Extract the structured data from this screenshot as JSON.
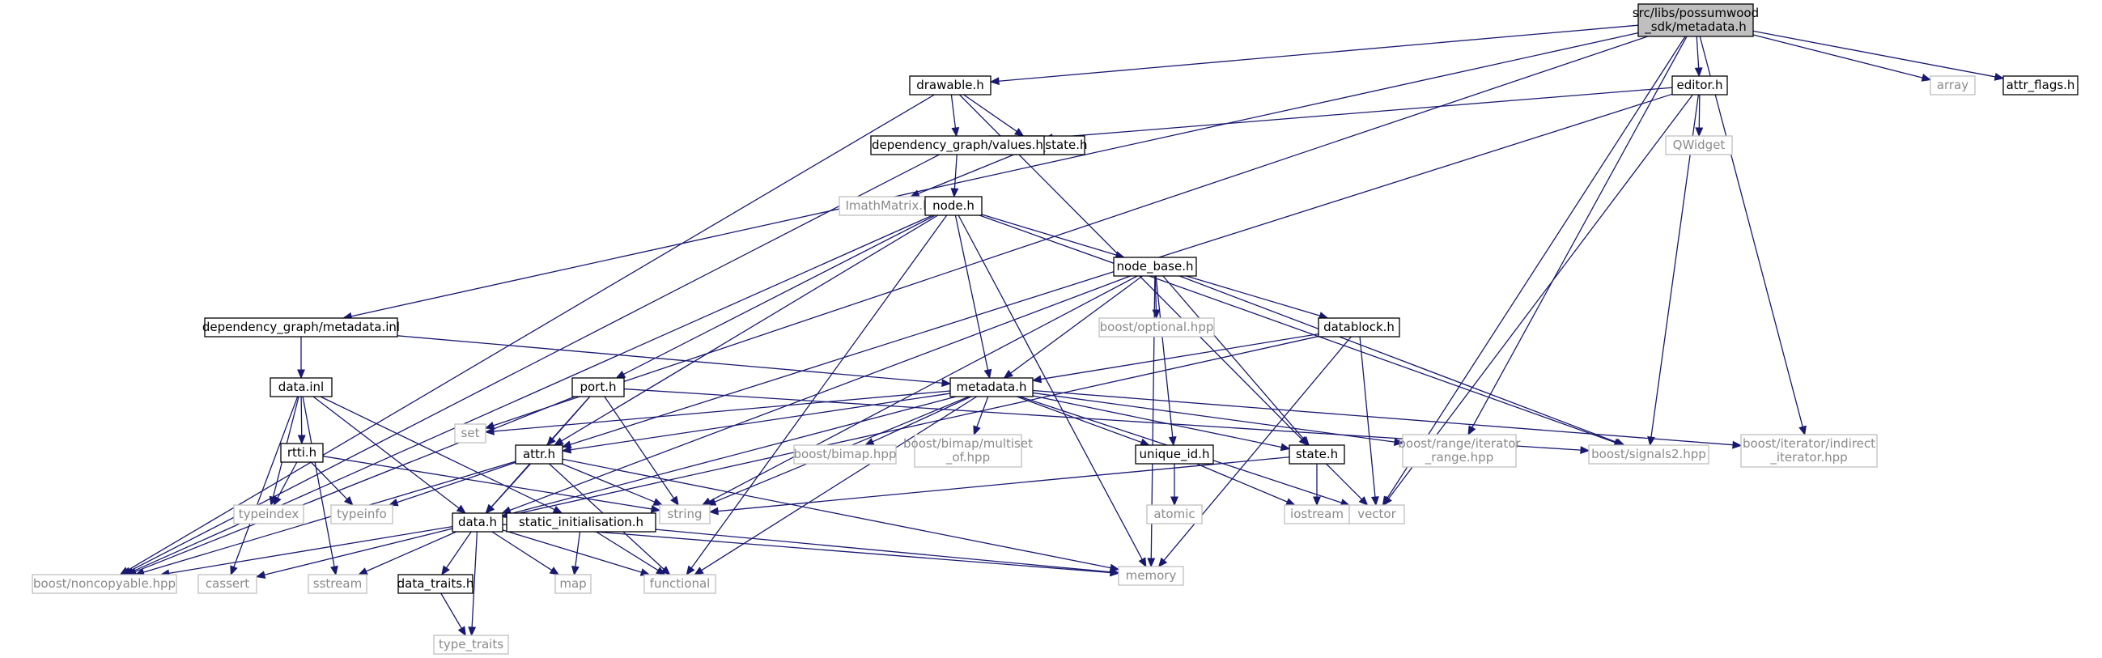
{
  "graph": {
    "nodes": [
      {
        "id": "root",
        "lines": [
          "src/libs/possumwood",
          "_sdk/metadata.h"
        ],
        "kind": "root"
      },
      {
        "id": "drawable",
        "lines": [
          "drawable.h"
        ],
        "kind": "project"
      },
      {
        "id": "editor",
        "lines": [
          "editor.h"
        ],
        "kind": "project"
      },
      {
        "id": "array",
        "lines": [
          "array"
        ],
        "kind": "external"
      },
      {
        "id": "attr_flags",
        "lines": [
          "attr_flags.h"
        ],
        "kind": "project"
      },
      {
        "id": "viewport_state",
        "lines": [
          "viewport_state.h"
        ],
        "kind": "project"
      },
      {
        "id": "dg_values",
        "lines": [
          "dependency_graph/values.h"
        ],
        "kind": "project"
      },
      {
        "id": "qwidget",
        "lines": [
          "QWidget"
        ],
        "kind": "external"
      },
      {
        "id": "imathmatrix",
        "lines": [
          "ImathMatrix.h"
        ],
        "kind": "external"
      },
      {
        "id": "node",
        "lines": [
          "node.h"
        ],
        "kind": "project"
      },
      {
        "id": "node_base",
        "lines": [
          "node_base.h"
        ],
        "kind": "project"
      },
      {
        "id": "boost_optional",
        "lines": [
          "boost/optional.hpp"
        ],
        "kind": "external"
      },
      {
        "id": "dg_metadata_inl",
        "lines": [
          "dependency_graph/metadata.inl"
        ],
        "kind": "project"
      },
      {
        "id": "datablock",
        "lines": [
          "datablock.h"
        ],
        "kind": "project"
      },
      {
        "id": "data_inl",
        "lines": [
          "data.inl"
        ],
        "kind": "project"
      },
      {
        "id": "port",
        "lines": [
          "port.h"
        ],
        "kind": "project"
      },
      {
        "id": "metadata",
        "lines": [
          "metadata.h"
        ],
        "kind": "project"
      },
      {
        "id": "set",
        "lines": [
          "set"
        ],
        "kind": "external"
      },
      {
        "id": "rtti",
        "lines": [
          "rtti.h"
        ],
        "kind": "project"
      },
      {
        "id": "attr",
        "lines": [
          "attr.h"
        ],
        "kind": "project"
      },
      {
        "id": "boost_bimap",
        "lines": [
          "boost/bimap.hpp"
        ],
        "kind": "external"
      },
      {
        "id": "boost_bimap_multiset",
        "lines": [
          "boost/bimap/multiset",
          "_of.hpp"
        ],
        "kind": "external"
      },
      {
        "id": "unique_id",
        "lines": [
          "unique_id.h"
        ],
        "kind": "project"
      },
      {
        "id": "state",
        "lines": [
          "state.h"
        ],
        "kind": "project"
      },
      {
        "id": "boost_range",
        "lines": [
          "boost/range/iterator",
          "_range.hpp"
        ],
        "kind": "external"
      },
      {
        "id": "boost_signals2",
        "lines": [
          "boost/signals2.hpp"
        ],
        "kind": "external"
      },
      {
        "id": "boost_iter_indirect",
        "lines": [
          "boost/iterator/indirect",
          "_iterator.hpp"
        ],
        "kind": "external"
      },
      {
        "id": "typeindex",
        "lines": [
          "typeindex"
        ],
        "kind": "external"
      },
      {
        "id": "typeinfo",
        "lines": [
          "typeinfo"
        ],
        "kind": "external"
      },
      {
        "id": "string",
        "lines": [
          "string"
        ],
        "kind": "external"
      },
      {
        "id": "static_init",
        "lines": [
          "static_initialisation.h"
        ],
        "kind": "project"
      },
      {
        "id": "atomic",
        "lines": [
          "atomic"
        ],
        "kind": "external"
      },
      {
        "id": "iostream",
        "lines": [
          "iostream"
        ],
        "kind": "external"
      },
      {
        "id": "vector",
        "lines": [
          "vector"
        ],
        "kind": "external"
      },
      {
        "id": "data",
        "lines": [
          "data.h"
        ],
        "kind": "project"
      },
      {
        "id": "boost_noncopyable",
        "lines": [
          "boost/noncopyable.hpp"
        ],
        "kind": "external"
      },
      {
        "id": "cassert",
        "lines": [
          "cassert"
        ],
        "kind": "external"
      },
      {
        "id": "sstream",
        "lines": [
          "sstream"
        ],
        "kind": "external"
      },
      {
        "id": "data_traits",
        "lines": [
          "data_traits.h"
        ],
        "kind": "project"
      },
      {
        "id": "map",
        "lines": [
          "map"
        ],
        "kind": "external"
      },
      {
        "id": "functional",
        "lines": [
          "functional"
        ],
        "kind": "external"
      },
      {
        "id": "memory",
        "lines": [
          "memory"
        ],
        "kind": "external"
      },
      {
        "id": "type_traits",
        "lines": [
          "type_traits"
        ],
        "kind": "external"
      }
    ],
    "edges": [
      [
        "root",
        "drawable"
      ],
      [
        "root",
        "editor"
      ],
      [
        "root",
        "array"
      ],
      [
        "root",
        "attr_flags"
      ],
      [
        "root",
        "dg_metadata_inl"
      ],
      [
        "root",
        "set"
      ],
      [
        "root",
        "boost_range"
      ],
      [
        "root",
        "boost_iter_indirect"
      ],
      [
        "root",
        "vector"
      ],
      [
        "drawable",
        "viewport_state"
      ],
      [
        "drawable",
        "dg_values"
      ],
      [
        "drawable",
        "state"
      ],
      [
        "drawable",
        "boost_noncopyable"
      ],
      [
        "editor",
        "dg_values"
      ],
      [
        "editor",
        "qwidget"
      ],
      [
        "editor",
        "attr"
      ],
      [
        "editor",
        "boost_signals2"
      ],
      [
        "editor",
        "vector"
      ],
      [
        "viewport_state",
        "imathmatrix"
      ],
      [
        "dg_values",
        "node"
      ],
      [
        "dg_values",
        "boost_noncopyable"
      ],
      [
        "node",
        "node_base"
      ],
      [
        "node",
        "metadata"
      ],
      [
        "node",
        "port"
      ],
      [
        "node",
        "attr"
      ],
      [
        "node",
        "boost_noncopyable"
      ],
      [
        "node",
        "functional"
      ],
      [
        "node",
        "boost_signals2"
      ],
      [
        "node",
        "memory"
      ],
      [
        "node_base",
        "datablock"
      ],
      [
        "node_base",
        "metadata"
      ],
      [
        "node_base",
        "boost_optional"
      ],
      [
        "node_base",
        "string"
      ],
      [
        "node_base",
        "state"
      ],
      [
        "node_base",
        "unique_id"
      ],
      [
        "node_base",
        "data"
      ],
      [
        "node_base",
        "boost_signals2"
      ],
      [
        "node_base",
        "memory"
      ],
      [
        "dg_metadata_inl",
        "data_inl"
      ],
      [
        "dg_metadata_inl",
        "metadata"
      ],
      [
        "datablock",
        "metadata"
      ],
      [
        "datablock",
        "data"
      ],
      [
        "datablock",
        "vector"
      ],
      [
        "datablock",
        "memory"
      ],
      [
        "data_inl",
        "rtti"
      ],
      [
        "data_inl",
        "data"
      ],
      [
        "data_inl",
        "static_init"
      ],
      [
        "data_inl",
        "cassert"
      ],
      [
        "data_inl",
        "sstream"
      ],
      [
        "data_inl",
        "typeindex"
      ],
      [
        "port",
        "attr"
      ],
      [
        "port",
        "data"
      ],
      [
        "port",
        "string"
      ],
      [
        "port",
        "boost_signals2"
      ],
      [
        "port",
        "boost_noncopyable"
      ],
      [
        "metadata",
        "attr"
      ],
      [
        "metadata",
        "set"
      ],
      [
        "metadata",
        "boost_bimap"
      ],
      [
        "metadata",
        "boost_bimap_multiset"
      ],
      [
        "metadata",
        "unique_id"
      ],
      [
        "metadata",
        "state"
      ],
      [
        "metadata",
        "boost_range"
      ],
      [
        "metadata",
        "boost_iter_indirect"
      ],
      [
        "metadata",
        "string"
      ],
      [
        "metadata",
        "functional"
      ],
      [
        "metadata",
        "data"
      ],
      [
        "metadata",
        "vector"
      ],
      [
        "rtti",
        "typeindex"
      ],
      [
        "rtti",
        "typeinfo"
      ],
      [
        "rtti",
        "string"
      ],
      [
        "attr",
        "data"
      ],
      [
        "attr",
        "typeinfo"
      ],
      [
        "attr",
        "string"
      ],
      [
        "attr",
        "functional"
      ],
      [
        "attr",
        "memory"
      ],
      [
        "attr",
        "boost_noncopyable"
      ],
      [
        "unique_id",
        "atomic"
      ],
      [
        "unique_id",
        "iostream"
      ],
      [
        "state",
        "string"
      ],
      [
        "state",
        "iostream"
      ],
      [
        "state",
        "vector"
      ],
      [
        "static_init",
        "map"
      ],
      [
        "static_init",
        "functional"
      ],
      [
        "static_init",
        "memory"
      ],
      [
        "data",
        "boost_noncopyable"
      ],
      [
        "data",
        "cassert"
      ],
      [
        "data",
        "sstream"
      ],
      [
        "data",
        "data_traits"
      ],
      [
        "data",
        "map"
      ],
      [
        "data",
        "functional"
      ],
      [
        "data",
        "memory"
      ],
      [
        "data",
        "type_traits"
      ],
      [
        "data_traits",
        "type_traits"
      ]
    ]
  }
}
